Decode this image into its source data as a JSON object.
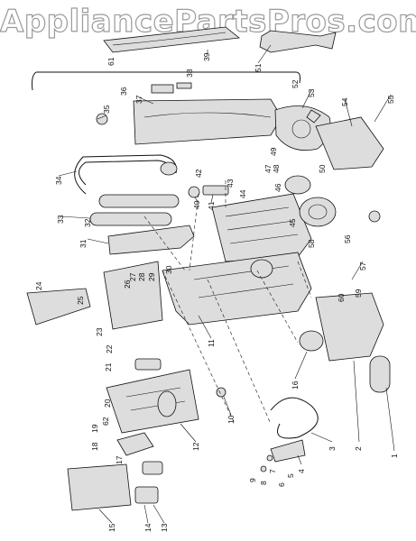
{
  "watermark": "AppliancePartsPros.com",
  "part_numbers": [
    "1",
    "2",
    "3",
    "4",
    "5",
    "6",
    "7",
    "8",
    "9",
    "10",
    "11",
    "12",
    "13",
    "14",
    "15",
    "16",
    "17",
    "18",
    "19",
    "20",
    "21",
    "22",
    "23",
    "24",
    "25",
    "26",
    "27",
    "28",
    "29",
    "30",
    "31",
    "32",
    "33",
    "34",
    "35",
    "36",
    "37",
    "38",
    "39",
    "40",
    "41",
    "42",
    "43",
    "44",
    "45",
    "46",
    "47",
    "48",
    "49",
    "50",
    "51",
    "52",
    "53",
    "54",
    "55",
    "56",
    "57",
    "58",
    "59",
    "60",
    "61",
    "62"
  ]
}
